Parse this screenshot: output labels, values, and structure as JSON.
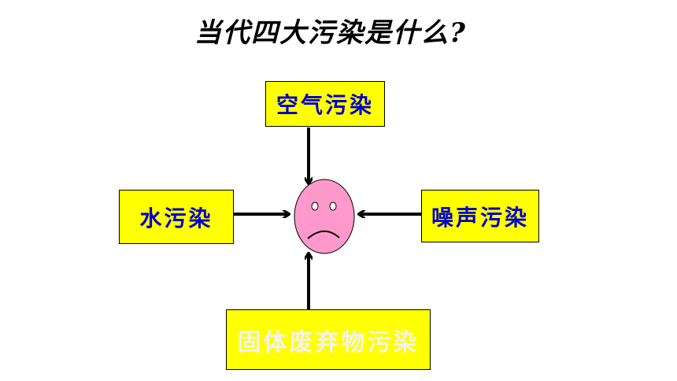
{
  "title": "当代四大污染是什么?",
  "nodes": {
    "air": {
      "label": "空气污染"
    },
    "water": {
      "label": "水污染"
    },
    "noise": {
      "label": "噪声污染"
    },
    "solid": {
      "label": "固体废弃物污染"
    }
  },
  "colors": {
    "box_fill": "#ffff00",
    "label_blue": "#0000cc",
    "label_faded": "#f2f2f2",
    "face_fill": "#ff99cc",
    "arrow": "#000000"
  },
  "center_icon": "sad-face-icon"
}
